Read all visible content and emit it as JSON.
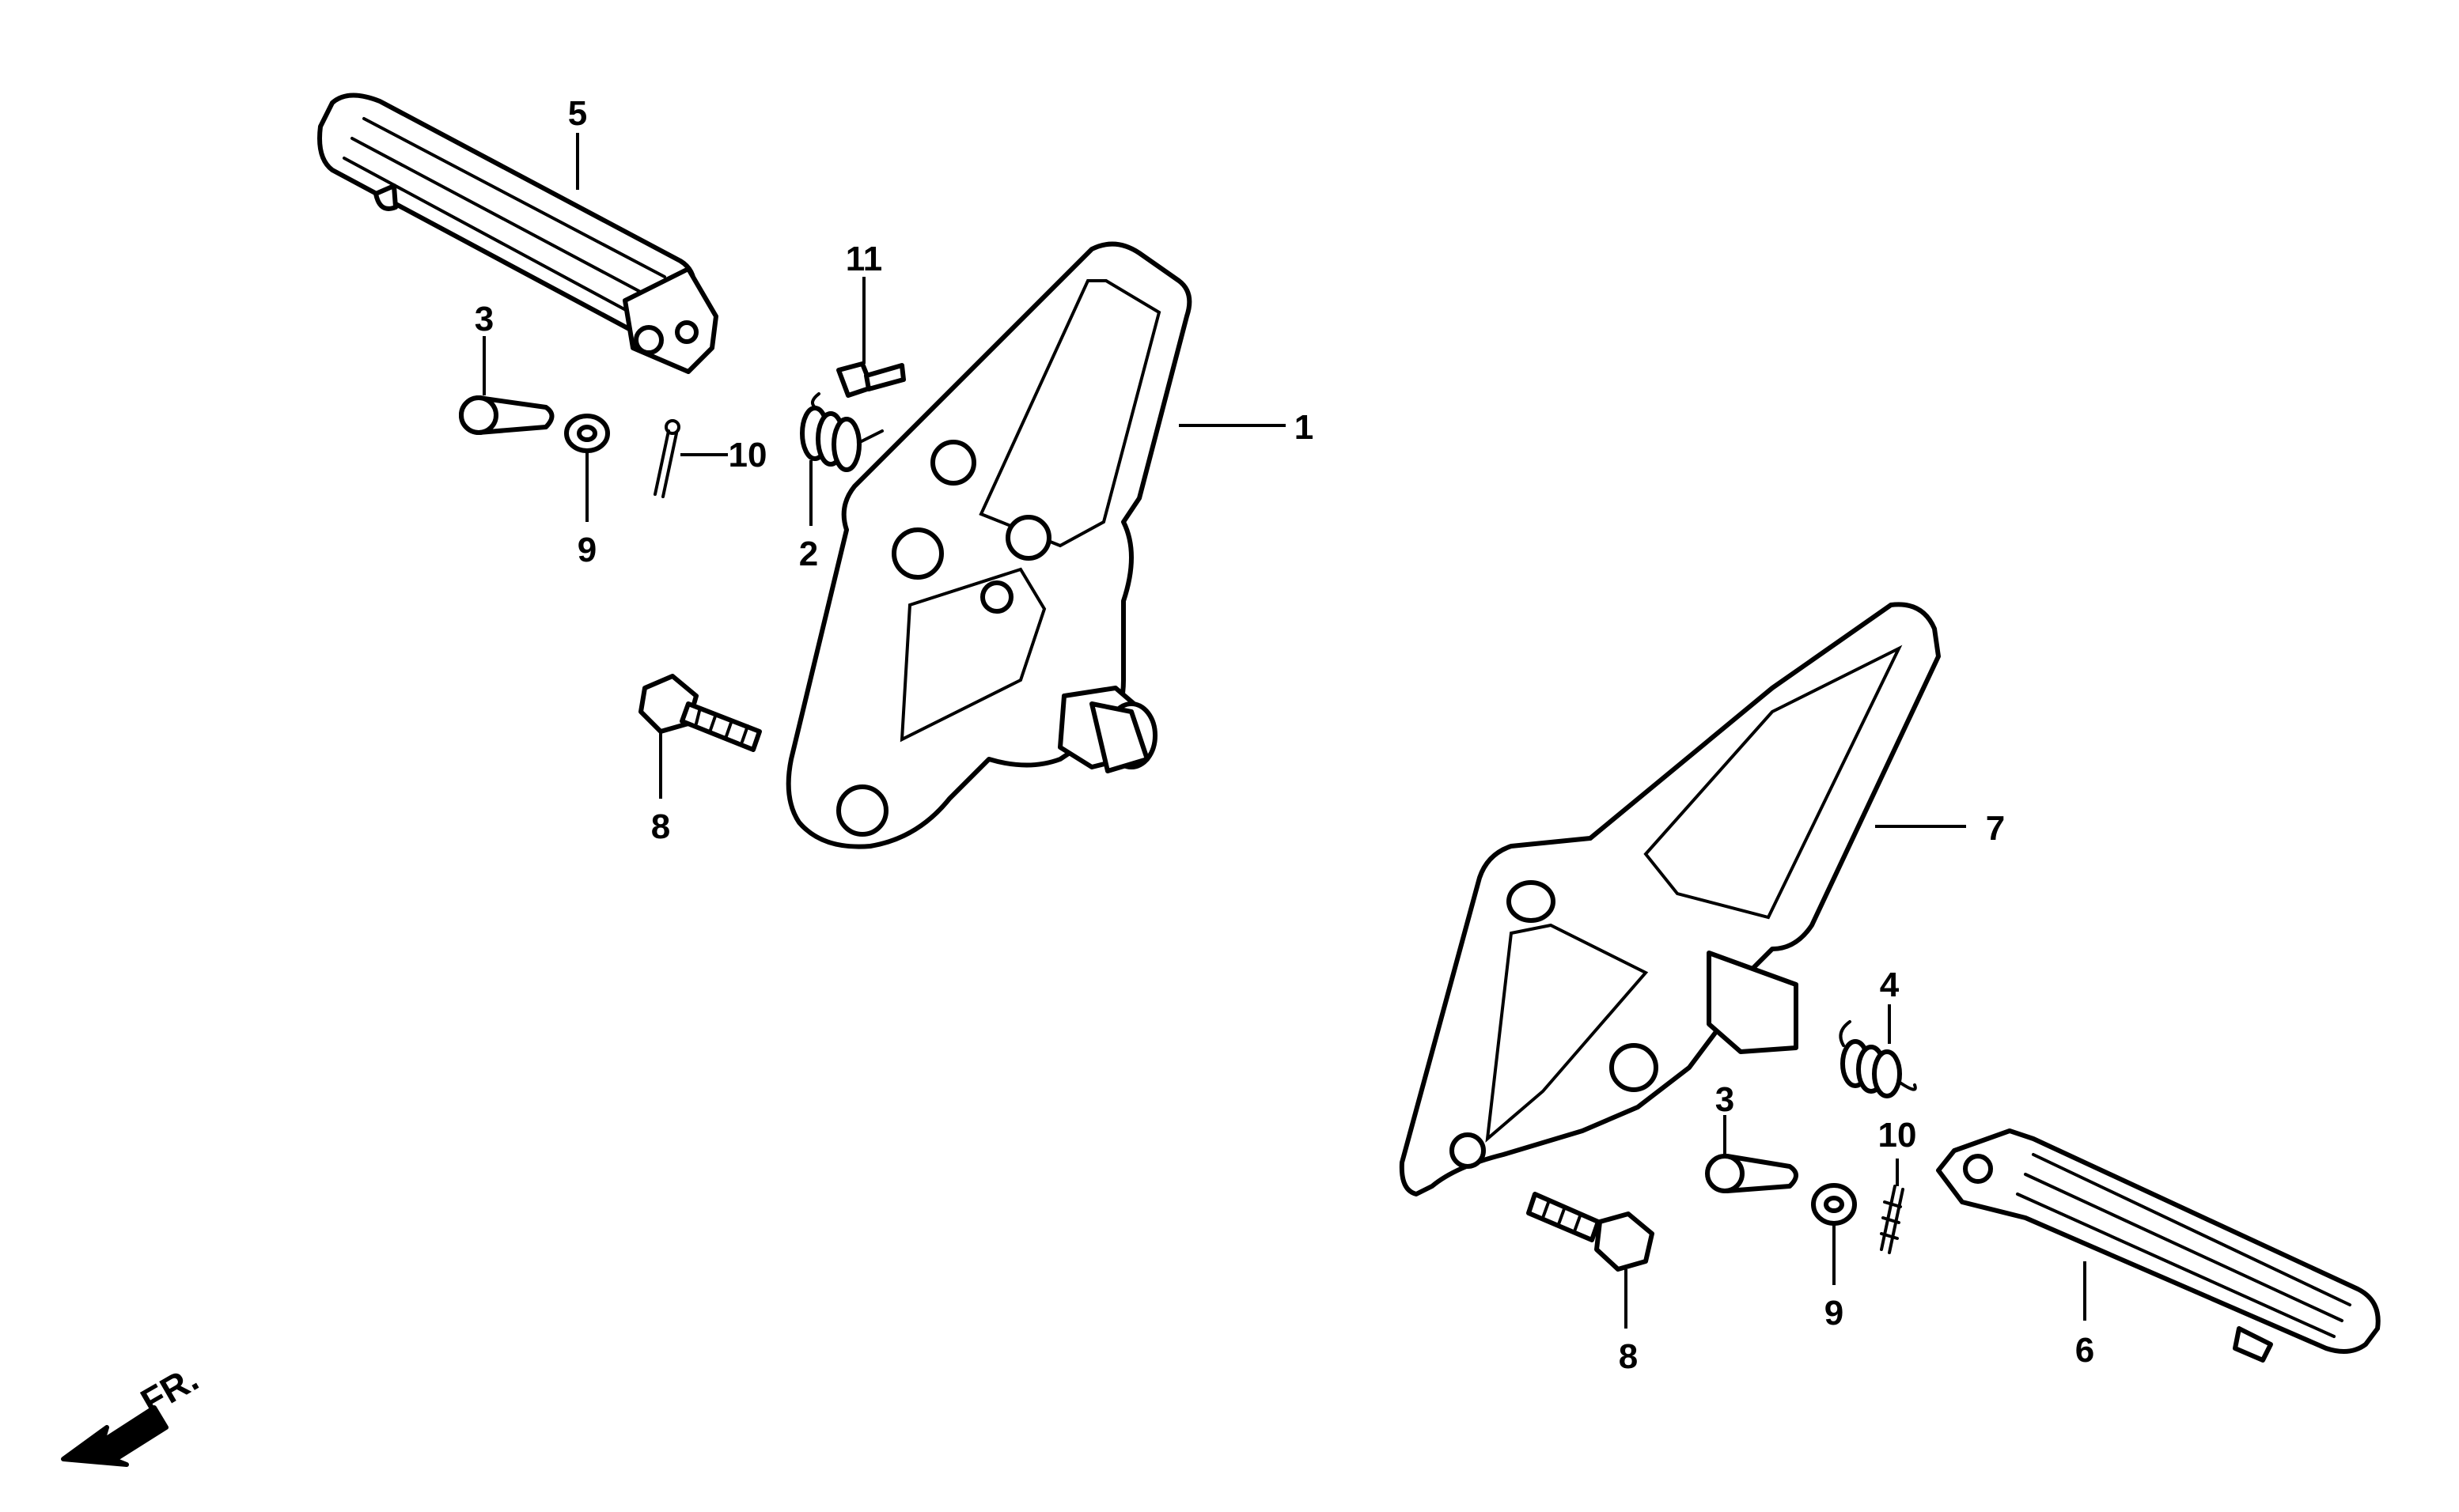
{
  "diagram": {
    "background": "#ffffff",
    "line_color": "#000000",
    "callouts": {
      "c1": "1",
      "c2": "2",
      "c3a": "3",
      "c3b": "3",
      "c4": "4",
      "c5": "5",
      "c6": "6",
      "c7": "7",
      "c8a": "8",
      "c8b": "8",
      "c9a": "9",
      "c9b": "9",
      "c10a": "10",
      "c10b": "10",
      "c11": "11"
    },
    "direction_label": "FR.",
    "direction_icon": "arrow-left-down-icon"
  }
}
